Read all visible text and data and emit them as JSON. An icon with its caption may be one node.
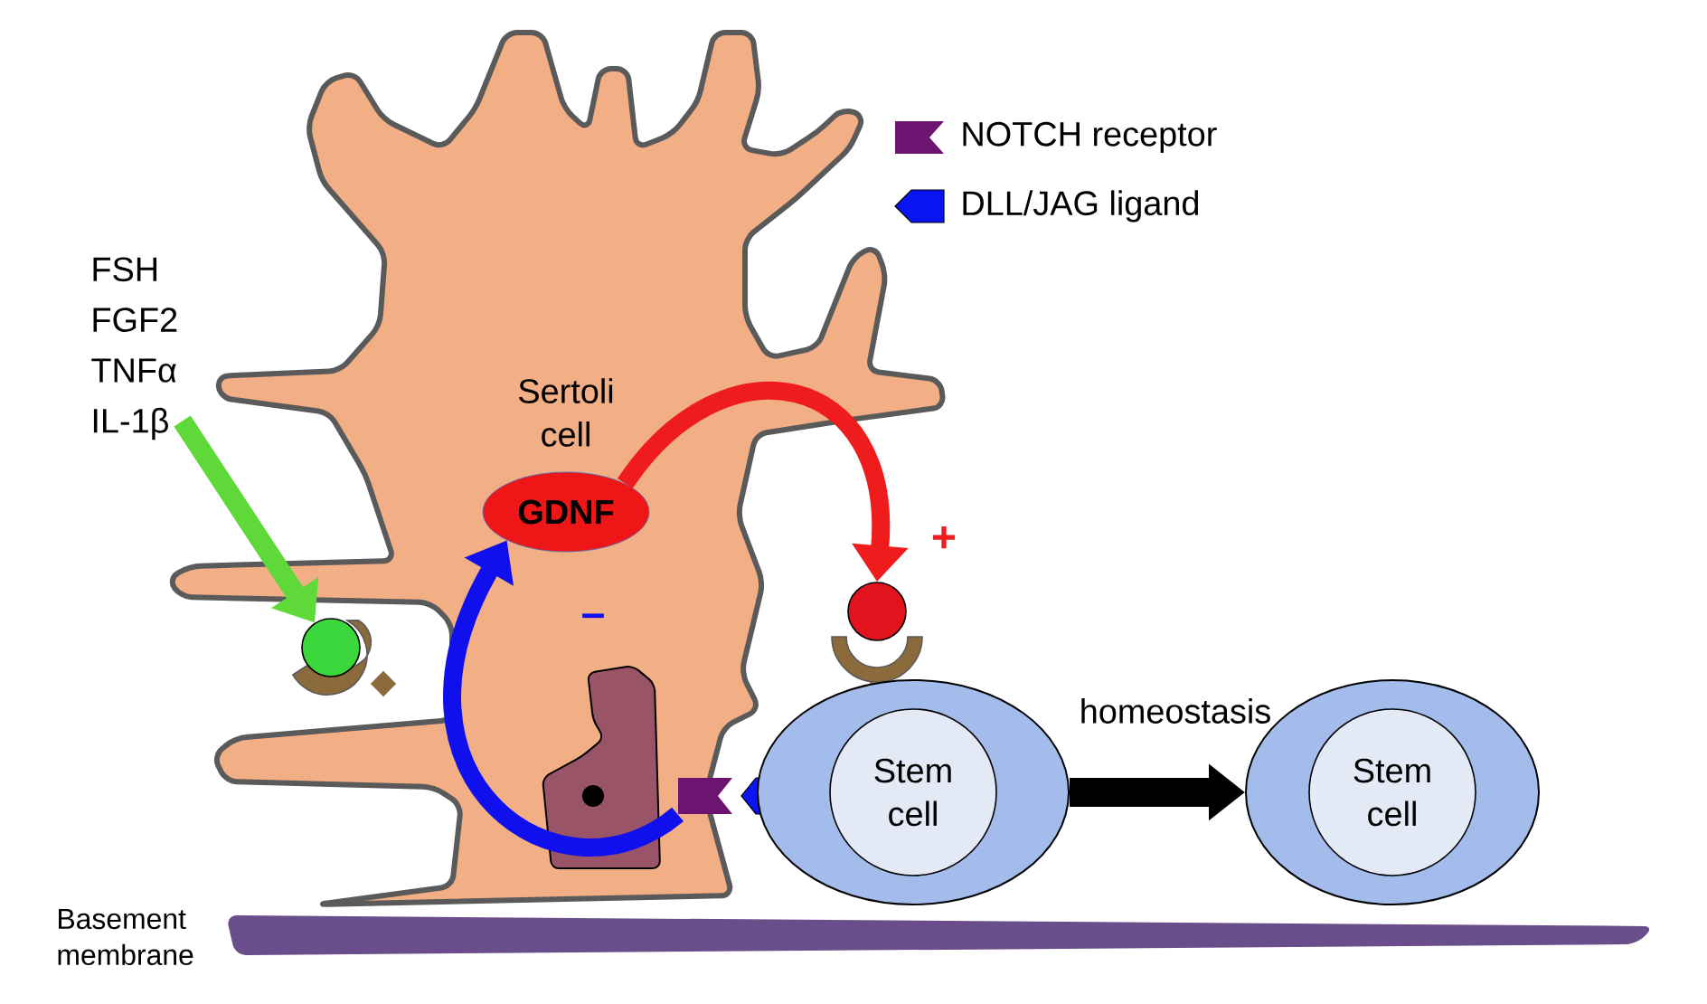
{
  "diagram": {
    "nodes": [
      {
        "text": [
          "Sertoli cell"
        ]
      },
      {
        "text": [
          "GDNF"
        ],
        "in": 0
      },
      {
        "text": [
          "FSH",
          "FGF2",
          "TNFα",
          "IL-1β"
        ]
      },
      {
        "text": [],
        "shape": "circle"
      },
      {
        "text": [],
        "shape": "circle"
      },
      {
        "text": [],
        "shape": "flag",
        "in": 0
      },
      {
        "text": [
          "Stem cell"
        ]
      },
      {
        "text": [
          "Stem cell"
        ]
      },
      {
        "text": [
          "Basement membrane"
        ]
      }
    ],
    "edges": [
      {
        "from": 2,
        "to": 3,
        "arrow": "to",
        "color": "#5fd93a"
      },
      {
        "from": 1,
        "to": 4,
        "arrow": "to",
        "label": "+",
        "color": "#ee1c1c"
      },
      {
        "from": 5,
        "to": 1,
        "arrow": "to",
        "label": "–",
        "color": "#1010ee"
      },
      {
        "from": 6,
        "to": 7,
        "arrow": "to",
        "label": "homeostasis",
        "color": "#000000"
      }
    ],
    "legend": [
      {
        "text": "NOTCH receptor"
      },
      {
        "text": "DLL/JAG ligand"
      }
    ]
  }
}
